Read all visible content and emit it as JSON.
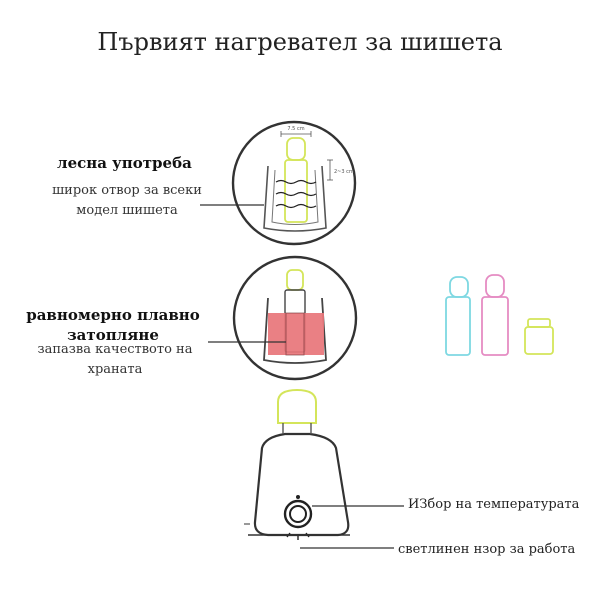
{
  "title": "Първият нагревател за шишета",
  "feature_easy": {
    "heading": "лесна употреба",
    "description": "широк отвор за всеки модел шишета"
  },
  "feature_heating": {
    "heading": "равномерно плавно затопляне",
    "description": "запазва качеството на храната"
  },
  "callouts": {
    "temperature": "ИЗбор на температурата",
    "light": "светлинен нзор за работа"
  },
  "dimensions": {
    "width": "7.5 cm",
    "height": "2~3 cm"
  },
  "colors": {
    "bottle_lime": "#d4e55a",
    "heating_red": "#e8757a",
    "bottle_cyan": "#7ed8e2",
    "bottle_pink": "#e58cc3",
    "outline": "#333333"
  }
}
